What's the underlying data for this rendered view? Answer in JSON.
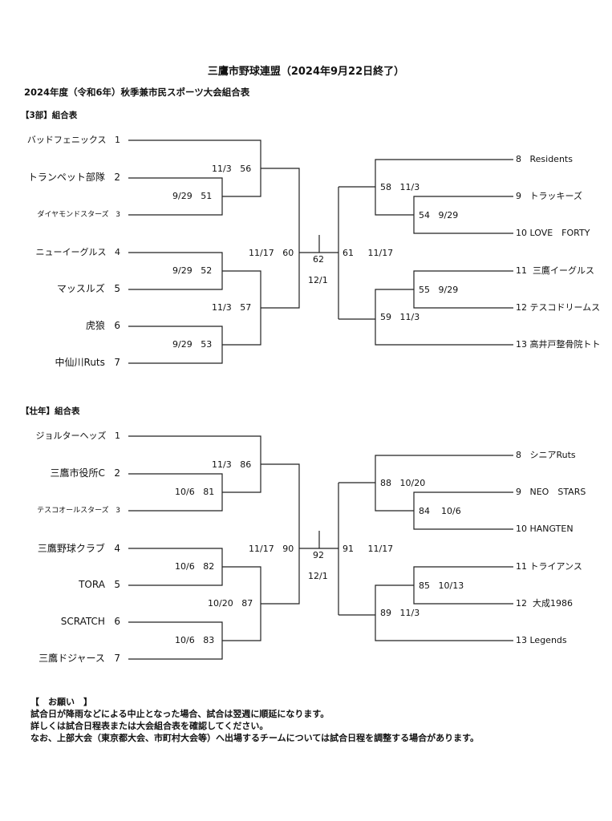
{
  "title": "三鷹市野球連盟（2024年9月22日終了）",
  "subtitle": "2024年度（令和6年）秋季兼市民スポーツ大会組合表",
  "brackets": [
    {
      "heading": "【3部】組合表",
      "left_teams": [
        {
          "num": "1",
          "name": "バッドフェニックス"
        },
        {
          "num": "2",
          "name": "トランペット部隊"
        },
        {
          "num": "3",
          "name": "ダイヤモンドスターズ"
        },
        {
          "num": "4",
          "name": "ニューイーグルス"
        },
        {
          "num": "5",
          "name": "マッスルズ"
        },
        {
          "num": "6",
          "name": "虎狼"
        },
        {
          "num": "7",
          "name": "中仙川Ruts"
        }
      ],
      "right_teams": [
        {
          "num": "8",
          "name": "Residents"
        },
        {
          "num": "9",
          "name": "トラッキーズ"
        },
        {
          "num": "10",
          "name": "LOVE　FORTY"
        },
        {
          "num": "11",
          "name": "三鷹イーグルス"
        },
        {
          "num": "12",
          "name": "テスコドリームス"
        },
        {
          "num": "13",
          "name": "高井戸整骨院トト"
        }
      ],
      "games": {
        "g_a": {
          "date": "9/29",
          "no": "51"
        },
        "g_b": {
          "date": "11/3",
          "no": "56"
        },
        "g_c": {
          "date": "9/29",
          "no": "52"
        },
        "g_d": {
          "date": "9/29",
          "no": "53"
        },
        "g_e": {
          "date": "11/3",
          "no": "57"
        },
        "g_f": {
          "date": "11/17",
          "no": "60"
        },
        "g_final": {
          "date": "12/1",
          "no": "62"
        },
        "g_g": {
          "date": "11/17",
          "no": "61"
        },
        "g_h": {
          "date": "11/3",
          "no": "58"
        },
        "g_i": {
          "date": "9/29",
          "no": "54"
        },
        "g_j": {
          "date": "9/29",
          "no": "55"
        },
        "g_k": {
          "date": "11/3",
          "no": "59"
        }
      }
    },
    {
      "heading": "【壮年】組合表",
      "left_teams": [
        {
          "num": "1",
          "name": "ジョルターヘッズ"
        },
        {
          "num": "2",
          "name": "三鷹市役所C"
        },
        {
          "num": "3",
          "name": "テスコオールスターズ"
        },
        {
          "num": "4",
          "name": "三鷹野球クラブ"
        },
        {
          "num": "5",
          "name": "TORA"
        },
        {
          "num": "6",
          "name": "SCRATCH"
        },
        {
          "num": "7",
          "name": "三鷹ドジャース"
        }
      ],
      "right_teams": [
        {
          "num": "8",
          "name": "シニアRuts"
        },
        {
          "num": "9",
          "name": "NEO　STARS"
        },
        {
          "num": "10",
          "name": "HANGTEN"
        },
        {
          "num": "11",
          "name": "トライアンス"
        },
        {
          "num": "12",
          "name": "大成1986"
        },
        {
          "num": "13",
          "name": "Legends"
        }
      ],
      "games": {
        "g_a": {
          "date": "10/6",
          "no": "81"
        },
        "g_b": {
          "date": "11/3",
          "no": "86"
        },
        "g_c": {
          "date": "10/6",
          "no": "82"
        },
        "g_d": {
          "date": "10/6",
          "no": "83"
        },
        "g_e": {
          "date": "10/20",
          "no": "87"
        },
        "g_f": {
          "date": "11/17",
          "no": "90"
        },
        "g_final": {
          "date": "12/1",
          "no": "92"
        },
        "g_g": {
          "date": "11/17",
          "no": "91"
        },
        "g_h": {
          "date": "10/20",
          "no": "88"
        },
        "g_i": {
          "date": "10/6",
          "no": "84"
        },
        "g_j": {
          "date": "10/13",
          "no": "85"
        },
        "g_k": {
          "date": "11/3",
          "no": "89"
        }
      }
    }
  ],
  "notes": {
    "heading": "【　お願い　】",
    "lines": [
      "試合日が降雨などによる中止となった場合、試合は翌週に順延になります。",
      "詳しくは試合日程表または大会組合表を確認してください。",
      "なお、上部大会（東京都大会、市町村大会等）へ出場するチームについては試合日程を調整する場合があります。"
    ]
  }
}
